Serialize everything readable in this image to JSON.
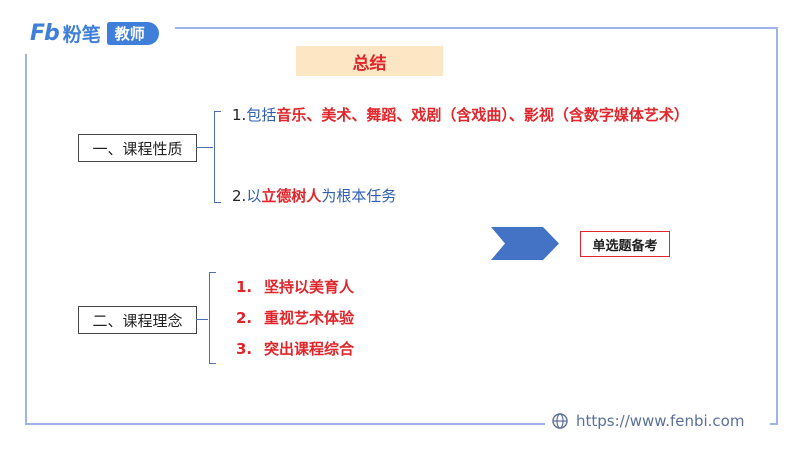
{
  "brand": {
    "logo_mark": "Fb",
    "logo_name": "粉笔",
    "logo_tag": "教师",
    "url": "https://www.fenbi.com"
  },
  "title": "总结",
  "section1": {
    "label": "一、课程性质",
    "item1": {
      "num": "1.",
      "p1": "包括",
      "p2": "音乐、美术、舞蹈、戏剧（含戏曲）、影视（含数字媒体艺术）"
    },
    "item2": {
      "num": "2.",
      "p1": "以",
      "p2": "立德树人",
      "p3": "为根本任务"
    }
  },
  "callout": {
    "label": "单选题备考"
  },
  "section2": {
    "label": "二、课程理念",
    "items": [
      {
        "num": "1.",
        "text": "坚持以美育人"
      },
      {
        "num": "2.",
        "text": "重视艺术体验"
      },
      {
        "num": "3.",
        "text": "突出课程综合"
      }
    ]
  },
  "colors": {
    "accent_blue": "#3f7fd9",
    "highlight_red": "#e0262b",
    "title_bg": "#fce6c4",
    "frame": "#9fb3e8"
  },
  "icons": {
    "globe": "globe-icon",
    "arrow": "arrow-right-icon"
  }
}
